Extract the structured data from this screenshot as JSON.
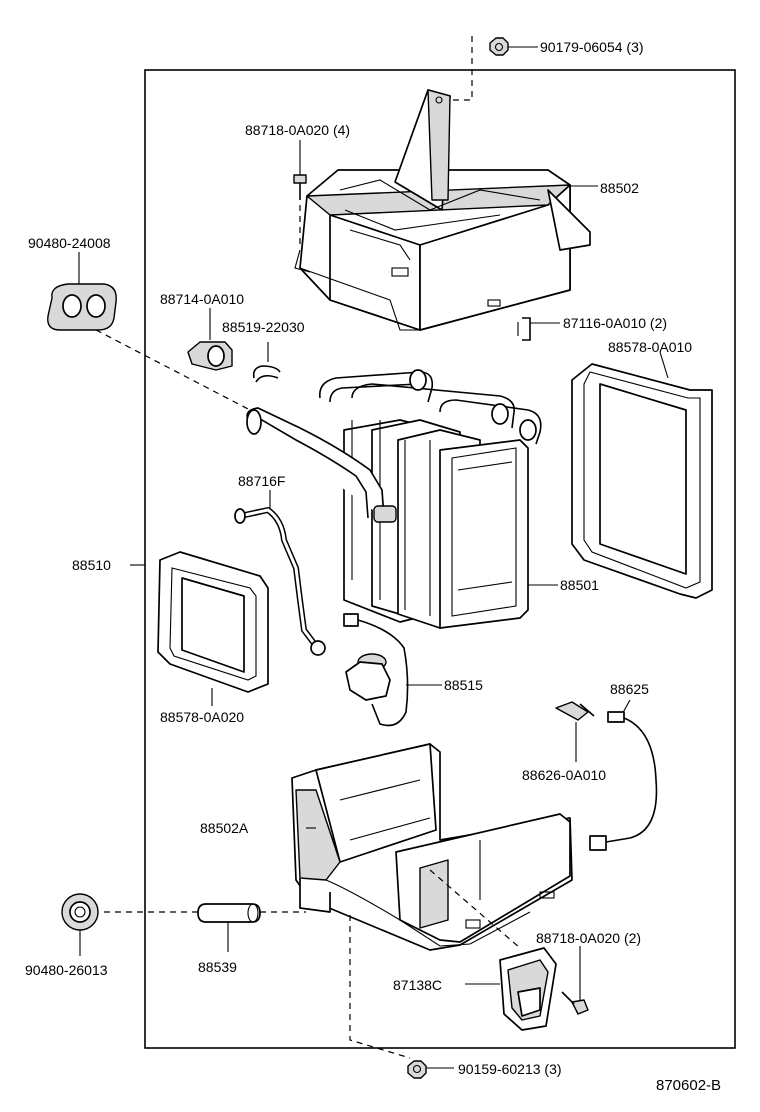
{
  "labels": {
    "p90179": "90179-06054 (3)",
    "p88718_top": "88718-0A020 (4)",
    "p88502": "88502",
    "p90480_24008": "90480-24008",
    "p88714": "88714-0A010",
    "p88519": "88519-22030",
    "p87116": "87116-0A010 (2)",
    "p88578_0A010": "88578-0A010",
    "p88716F": "88716F",
    "p88510": "88510",
    "p88501": "88501",
    "p88515": "88515",
    "p88578_0A020": "88578-0A020",
    "p88625": "88625",
    "p88626": "88626-0A010",
    "p88502A": "88502A",
    "p90480_26013": "90480-26013",
    "p88539": "88539",
    "p88718_bot": "88718-0A020 (2)",
    "p87138C": "87138C",
    "p90159": "90159-60213 (3)",
    "diagram_id": "870602-B"
  }
}
